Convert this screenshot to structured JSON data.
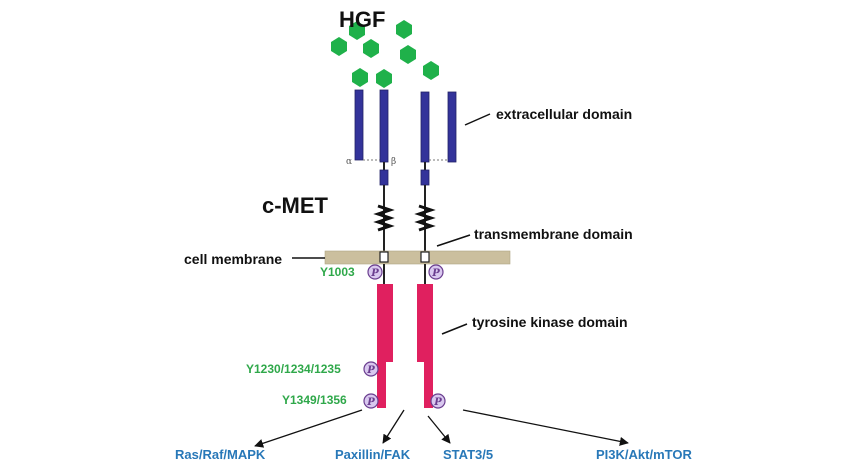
{
  "labels": {
    "hgf": "HGF",
    "cmet": "c-MET",
    "extracellular": "extracellular  domain",
    "transmembrane": "transmembrane  domain",
    "cell_membrane": "cell membrane",
    "kinase": "tyrosine kinase domain"
  },
  "sites": {
    "y1003": "Y1003",
    "y1230": "Y1230/1234/1235",
    "y1349": "Y1349/1356"
  },
  "pathways": [
    "Ras/Raf/MAPK",
    "Paxillin/FAK",
    "STAT3/5",
    "PI3K/Akt/mTOR"
  ],
  "greek": {
    "alpha": "α",
    "beta": "β"
  },
  "phospho_symbol": "P",
  "colors": {
    "hgf": "#1fb14a",
    "receptor": "#33339a",
    "kinase": "#e0205f",
    "membrane": "#cbbf9e",
    "site_label": "#2fa84a",
    "pathway_label": "#2878b8"
  }
}
